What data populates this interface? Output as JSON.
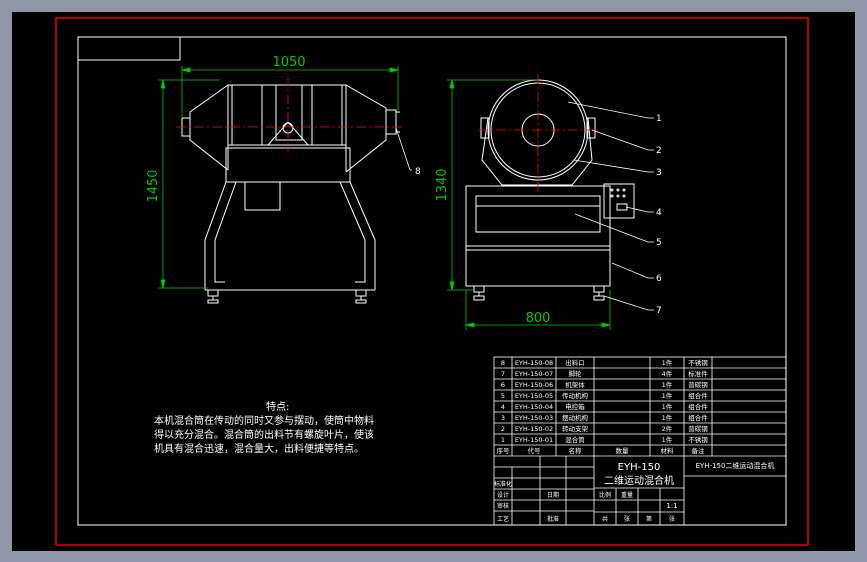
{
  "colors": {
    "background": "#000000",
    "frame_outer": "#ff0000",
    "frame_inner": "#ffffff",
    "centerline": "#ff0000",
    "dimension": "#00c800",
    "drawing": "#ffffff"
  },
  "dimensions": {
    "width_left": "1050",
    "height_left": "1450",
    "height_right": "1340",
    "width_right": "800"
  },
  "balloons": [
    "1",
    "2",
    "3",
    "4",
    "5",
    "6",
    "7",
    "8"
  ],
  "notes": {
    "title": "特点:",
    "lines": [
      "本机混合筒在传动的同时又参与摆动，使筒中物料",
      "得以充分混合。混合筒的出料节有螺旋叶片，使该",
      "机具有混合迅速，混合量大，出料便捷等特点。"
    ]
  },
  "parts_list": {
    "rows": [
      [
        "8",
        "EYH-150-08",
        "出料口",
        "",
        "1件",
        "不锈钢"
      ],
      [
        "7",
        "EYH-150-07",
        "脚轮",
        "",
        "4件",
        "标准件"
      ],
      [
        "6",
        "EYH-150-06",
        "机架体",
        "",
        "1件",
        "普碳钢"
      ],
      [
        "5",
        "EYH-150-05",
        "传动机构",
        "",
        "1件",
        "组合件"
      ],
      [
        "4",
        "EYH-150-04",
        "电控箱",
        "",
        "1件",
        "组合件"
      ],
      [
        "3",
        "EYH-150-03",
        "摆动机构",
        "",
        "1件",
        "组合件"
      ],
      [
        "2",
        "EYH-150-02",
        "转动支架",
        "",
        "2件",
        "普碳钢"
      ],
      [
        "1",
        "EYH-150-01",
        "混合筒",
        "",
        "1件",
        "不锈钢"
      ]
    ],
    "header": [
      "序号",
      "代号",
      "名称",
      "数量",
      "材料",
      "备注"
    ]
  },
  "title_block": {
    "model": "EYH-150",
    "name": "二维运动混合机",
    "drawing_no": "EYH-150二维运动混合机",
    "scale": "1:1",
    "labels": [
      "设计",
      "审核",
      "工艺",
      "标准化",
      "批准",
      "日期",
      "比例",
      "重量",
      "共",
      "张",
      "第",
      "张"
    ]
  }
}
